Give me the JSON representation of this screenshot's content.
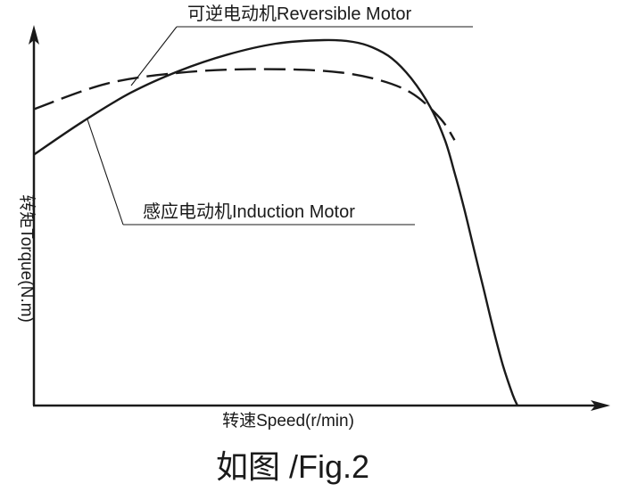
{
  "chart_data": {
    "type": "line",
    "caption": "如图 /Fig.2",
    "xlabel": "转速Speed(r/min)",
    "ylabel": "转矩Torque(N.m)",
    "xlim": [
      0,
      100
    ],
    "ylim": [
      0,
      100
    ],
    "grid": false,
    "series": [
      {
        "name": "可逆电动机Reversible Motor",
        "style": "dashed",
        "color": "#1a1a1a",
        "x": [
          0,
          15,
          30,
          45,
          60,
          70,
          78,
          84,
          87
        ],
        "y": [
          81.5,
          88.5,
          91.5,
          92.5,
          92,
          90,
          86,
          79,
          73
        ]
      },
      {
        "name": "感应电动机Induction Motor",
        "style": "solid",
        "color": "#1a1a1a",
        "x": [
          0,
          10,
          20,
          30,
          40,
          50,
          60,
          66,
          70,
          74,
          78,
          82,
          85,
          87,
          89,
          91,
          93,
          95,
          97,
          99,
          100
        ],
        "y": [
          69,
          78,
          86,
          92,
          96.5,
          99.5,
          100.5,
          100,
          98.5,
          95.5,
          90,
          82,
          73,
          64,
          54,
          43,
          32,
          21,
          11,
          3,
          0
        ]
      }
    ]
  }
}
